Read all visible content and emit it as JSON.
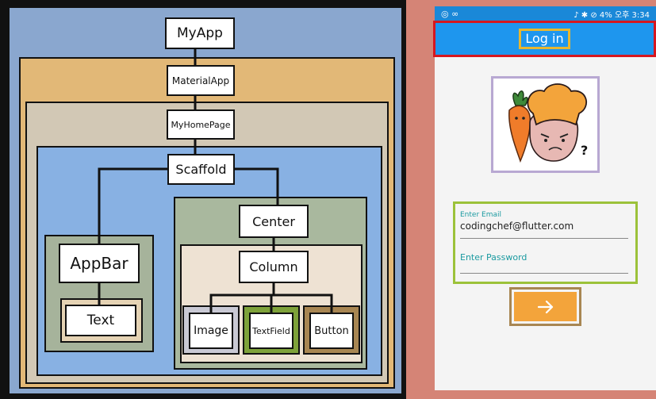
{
  "diagram": {
    "nodes": {
      "myapp": "MyApp",
      "materialapp": "MaterialApp",
      "myhomepage": "MyHomePage",
      "scaffold": "Scaffold",
      "appbar": "AppBar",
      "text": "Text",
      "center": "Center",
      "column": "Column",
      "image": "Image",
      "textfield": "TextField",
      "button": "Button"
    },
    "colors": {
      "myapp_region": "#8aa7cf",
      "materialapp_region": "#e2b877",
      "myhomepage_region": "#d2c8b5",
      "scaffold_region": "#88b1e3",
      "appbar_region": "#a6b39b",
      "text_region": "#e5d3b4",
      "center_region": "#a9b89e",
      "column_region": "#eee2d3",
      "image_region": "#c9c9d4",
      "textfield_region": "#7ea23a",
      "button_region": "#a88652"
    }
  },
  "phone": {
    "status": {
      "right": "♪ ✱ ⊘ 4% 오후 3:34"
    },
    "appbar_title": "Log in",
    "email_label": "Enter Email",
    "email_value": "codingchef@flutter.com",
    "password_label": "Enter Password",
    "button_icon": "arrow-right-icon",
    "highlight_colors": {
      "appbar": "#d6171f",
      "title": "#e8b730",
      "image": "#b8a8d2",
      "fields": "#9cc23a",
      "button": "#a88652",
      "button_fill": "#f3a43b"
    }
  }
}
